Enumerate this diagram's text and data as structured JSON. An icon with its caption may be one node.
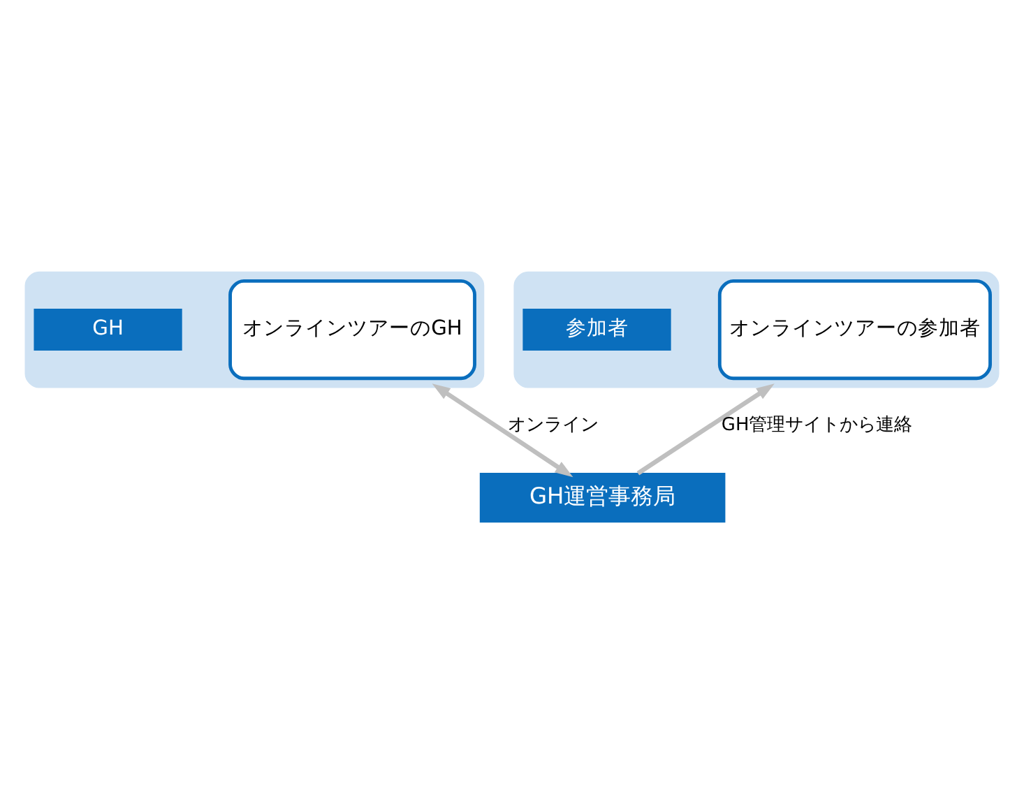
{
  "diagram": {
    "nodes": [
      {
        "text": [],
        "shape": "box"
      },
      {
        "text": [
          "GH"
        ],
        "in": 0
      },
      {
        "text": [
          "オンラインツアーのGH"
        ],
        "in": 0
      },
      {
        "text": [],
        "shape": "box"
      },
      {
        "text": [
          "参加者"
        ],
        "in": 3
      },
      {
        "text": [
          "オンラインツアーの参加者"
        ],
        "in": 3
      },
      {
        "text": [
          "GH運営事務局"
        ]
      }
    ],
    "edges": [
      {
        "from": 6,
        "to": 0,
        "arrow": "both",
        "label": "オンライン"
      },
      {
        "from": 6,
        "to": 3,
        "arrow": "to",
        "label": "GH管理サイトから連絡"
      }
    ]
  }
}
